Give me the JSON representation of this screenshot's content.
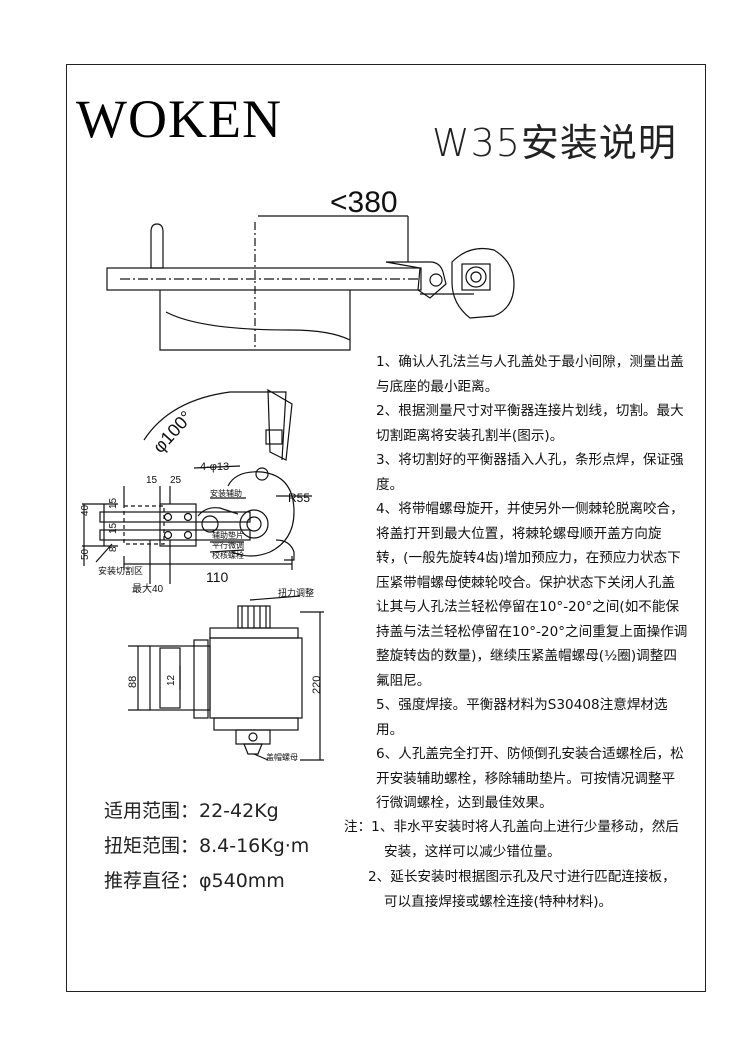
{
  "brand": "WOKEN",
  "title": "W35安装说明",
  "diagram": {
    "dim_top": "<380",
    "dim_radius": "φ100°",
    "holes": "4-φ13",
    "r55": "R55",
    "d15a": "15",
    "d25": "25",
    "d40": "40",
    "d15b": "15",
    "d50": "50",
    "d8": "8",
    "d15c": "15",
    "d110": "110",
    "max40": "最大40",
    "lbl_cut_zone": "安装切割区",
    "lbl_plate": "安装辅助",
    "lbl_aux_pad": "辅助垫片",
    "lbl_adjust": "平行微调",
    "lbl_bolt": "校核螺栓",
    "torque_adjust": "扭力调整",
    "cap_nut": "盖帽螺母",
    "d12": "12",
    "d88": "88",
    "d220": "220"
  },
  "steps": [
    "1、确认人孔法兰与人孔盖处于最小间隙，测量出盖与底座的最小距离。",
    "2、根据测量尺寸对平衡器连接片划线，切割。最大切割距离将安装孔割半(图示)。",
    "3、将切割好的平衡器插入人孔，条形点焊，保证强度。",
    "4、将带帽螺母旋开，并使另外一侧棘轮脱离咬合，将盖打开到最大位置，将棘轮螺母顺开盖方向旋转，(一般先旋转4齿)增加预应力，在预应力状态下压紧带帽螺母使棘轮咬合。保护状态下关闭人孔盖让其与人孔法兰轻松停留在10°-20°之间(如不能保持盖与法兰轻松停留在10°-20°之间重复上面操作调整旋转齿的数量)，继续压紧盖帽螺母(½圈)调整四氟阻尼。",
    "5、强度焊接。平衡器材料为S30408注意焊材选用。",
    "6、人孔盖完全打开、防倾倒孔安装合适螺栓后，松开安装辅助螺栓，移除辅助垫片。可按情况调整平行微调螺栓，达到最佳效果。"
  ],
  "specs": [
    "适用范围：22-42Kg",
    "扭矩范围：8.4-16Kg·m",
    "推荐直径：φ540mm"
  ],
  "notes": {
    "n1_a": "注：1、非水平安装时将人孔盖向上进行少量移动，然后",
    "n1_b": "安装，这样可以减少错位量。",
    "n2_a": "2、延长安装时根据图示孔及尺寸进行匹配连接板，",
    "n2_b": "可以直接焊接或螺栓连接(特种材料)。"
  }
}
